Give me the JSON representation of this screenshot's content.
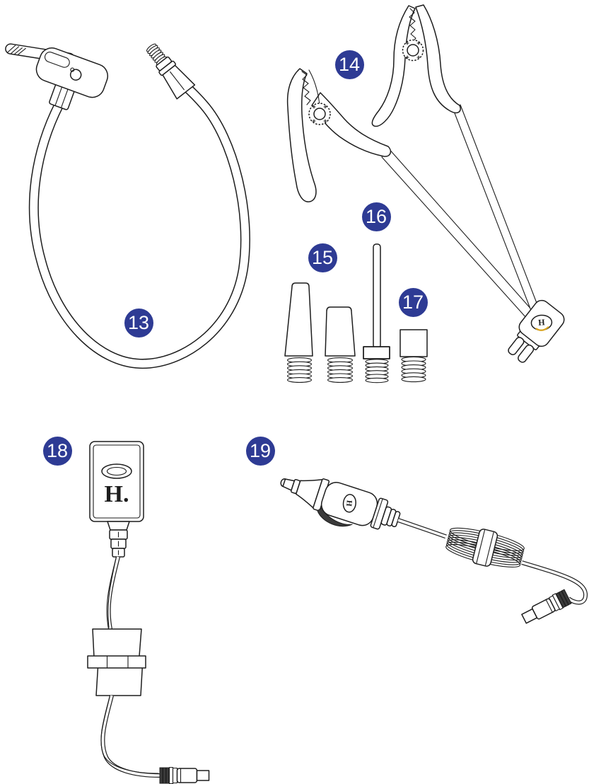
{
  "palette": {
    "background": "#ffffff",
    "line": "#1d1d1d",
    "badge": "#2e3b94",
    "badge_text": "#ffffff",
    "accent_gold": "#d9a31f"
  },
  "callouts": [
    "13",
    "14",
    "15",
    "16",
    "17",
    "18",
    "19"
  ],
  "labels": {
    "adapter_logo": "H.",
    "clamp_connector_logo": "H",
    "car_plug_logo": "H"
  }
}
